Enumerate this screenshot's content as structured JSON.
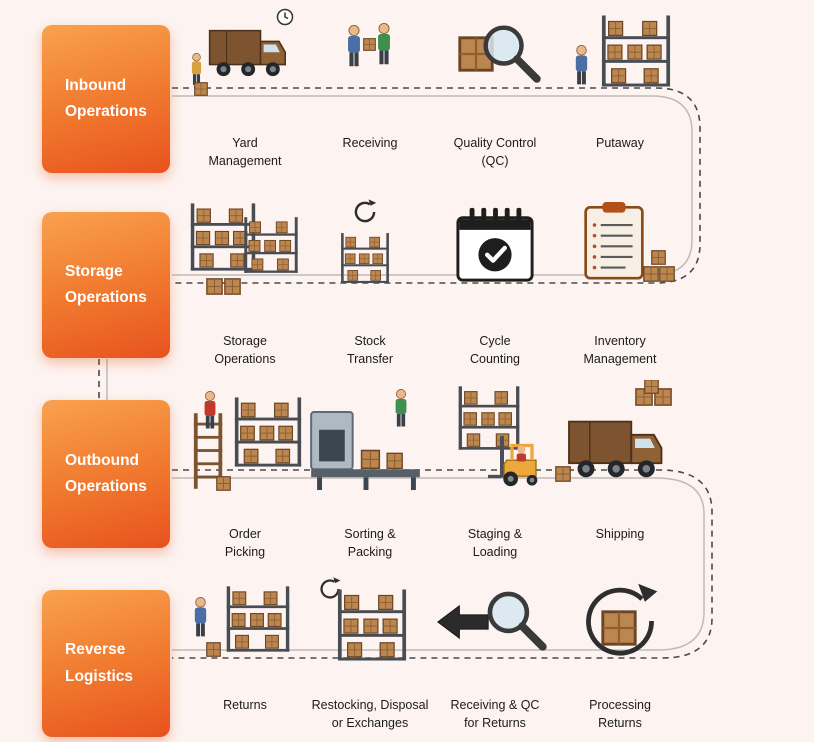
{
  "page": {
    "background": "#fdf4f1"
  },
  "flow": {
    "colors": {
      "box_gradient_top": "#f9a24f",
      "box_gradient_bottom": "#e8521f",
      "path_dash": "#4a4a4a",
      "path_solid": "#c2bab5"
    },
    "rows": [
      {
        "title": "Inbound Operations",
        "steps": [
          {
            "label": "Yard\nManagement",
            "icon": "delivery-truck-icon"
          },
          {
            "label": "Receiving",
            "icon": "workers-icon"
          },
          {
            "label": "Quality Control\n(QC)",
            "icon": "magnifier-box-icon"
          },
          {
            "label": "Putaway",
            "icon": "rack-worker-icon"
          }
        ]
      },
      {
        "title": "Storage Operations",
        "steps": [
          {
            "label": "Storage\nOperations",
            "icon": "storage-racks-icon"
          },
          {
            "label": "Stock\nTransfer",
            "icon": "transfer-rack-icon"
          },
          {
            "label": "Cycle\nCounting",
            "icon": "calendar-check-icon"
          },
          {
            "label": "Inventory\nManagement",
            "icon": "clipboard-icon"
          }
        ]
      },
      {
        "title": "Outbound Operations",
        "steps": [
          {
            "label": "Order\nPicking",
            "icon": "ladder-rack-icon"
          },
          {
            "label": "Sorting &\nPacking",
            "icon": "conveyor-icon"
          },
          {
            "label": "Staging &\nLoading",
            "icon": "forklift-rack-icon"
          },
          {
            "label": "Shipping",
            "icon": "shipping-truck-icon"
          }
        ]
      },
      {
        "title": "Reverse Logistics",
        "steps": [
          {
            "label": "Returns",
            "icon": "returns-rack-icon"
          },
          {
            "label": "Restocking, Disposal\nor Exchanges",
            "icon": "recycle-rack-icon"
          },
          {
            "label": "Receiving & QC\nfor Returns",
            "icon": "arrow-magnifier-icon"
          },
          {
            "label": "Processing\nReturns",
            "icon": "box-cycle-icon"
          }
        ]
      }
    ]
  }
}
